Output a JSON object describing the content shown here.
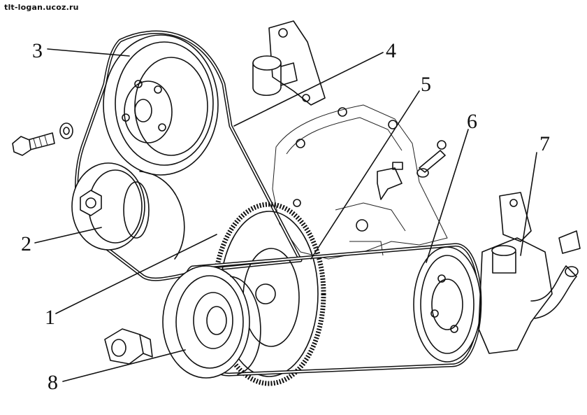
{
  "watermark": "tlt-logan.ucoz.ru",
  "callouts": [
    {
      "id": "1",
      "label": "1"
    },
    {
      "id": "2",
      "label": "2"
    },
    {
      "id": "3",
      "label": "3"
    },
    {
      "id": "4",
      "label": "4"
    },
    {
      "id": "5",
      "label": "5"
    },
    {
      "id": "6",
      "label": "6"
    },
    {
      "id": "7",
      "label": "7"
    },
    {
      "id": "8",
      "label": "8"
    }
  ]
}
